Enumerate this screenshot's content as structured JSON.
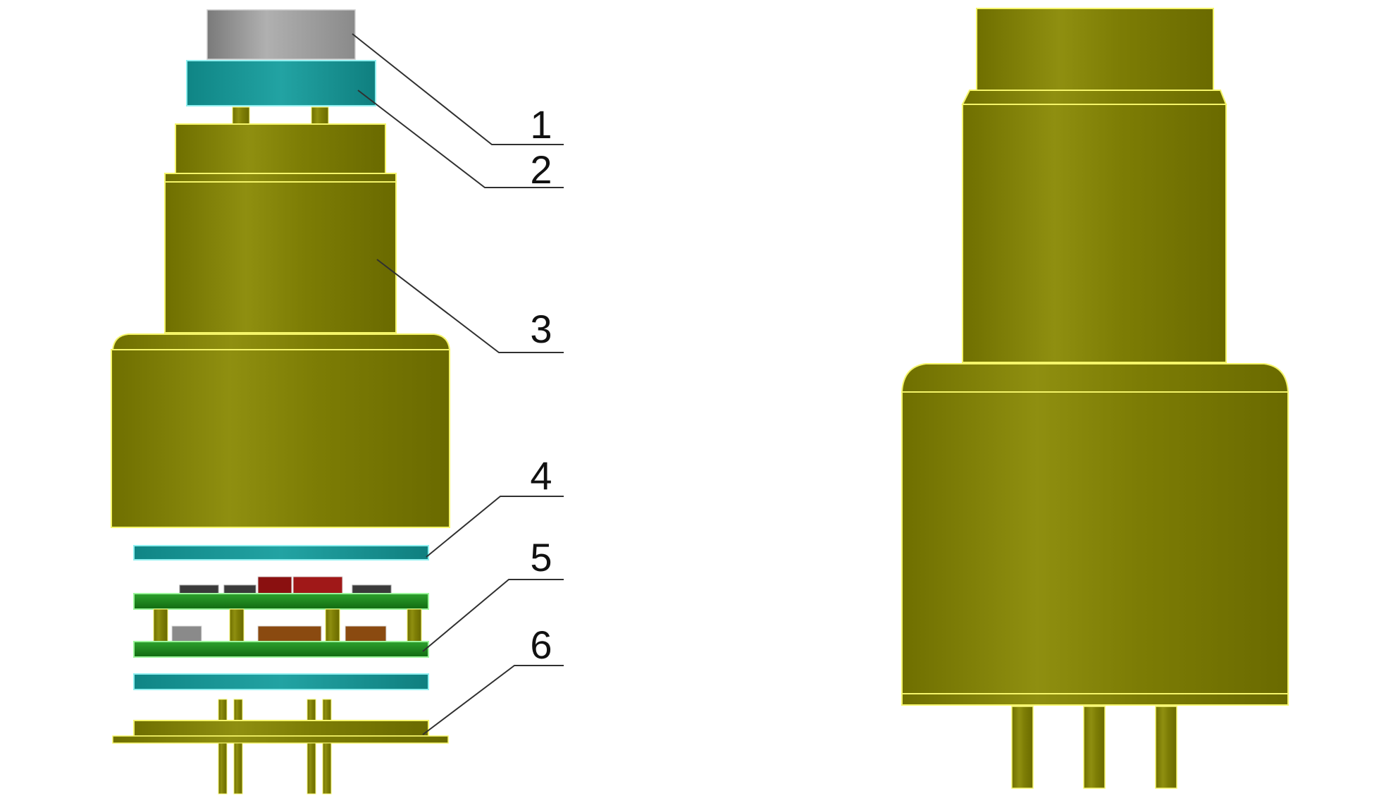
{
  "figure": {
    "callout_labels": [
      "1",
      "2",
      "3",
      "4",
      "5",
      "6"
    ],
    "colors": {
      "background": "#ffffff",
      "housing": "#8a8a0a",
      "housing_outline": "#f5f56a",
      "filter_cap": "#9a9a9a",
      "teal_disc": "#1a9b9b",
      "pcb": "#1f8a1f",
      "leader_line": "#303030"
    }
  }
}
